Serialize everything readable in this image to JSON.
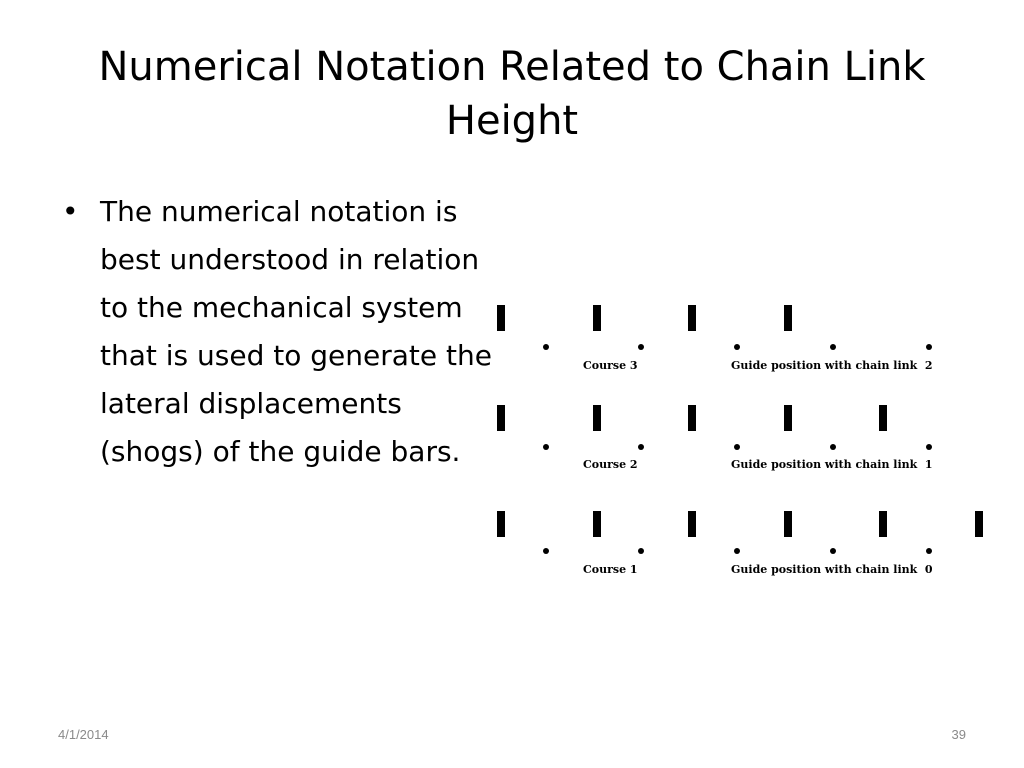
{
  "slide": {
    "title": "Numerical Notation Related to Chain Link Height",
    "bullets": [
      "The numerical notation is best understood in relation to the mechanical system that is used to generate the lateral displacements (shogs) of the guide bars."
    ],
    "bullet_glyph": "•",
    "figure": {
      "rows": [
        {
          "course_label": "Course 3",
          "guide_label": "Guide position with chain link  2"
        },
        {
          "course_label": "Course 2",
          "guide_label": "Guide position with chain link  1"
        },
        {
          "course_label": "Course 1",
          "guide_label": "Guide position with chain link  0"
        }
      ]
    },
    "footer": {
      "date": "4/1/2014",
      "page_number": "39"
    }
  }
}
